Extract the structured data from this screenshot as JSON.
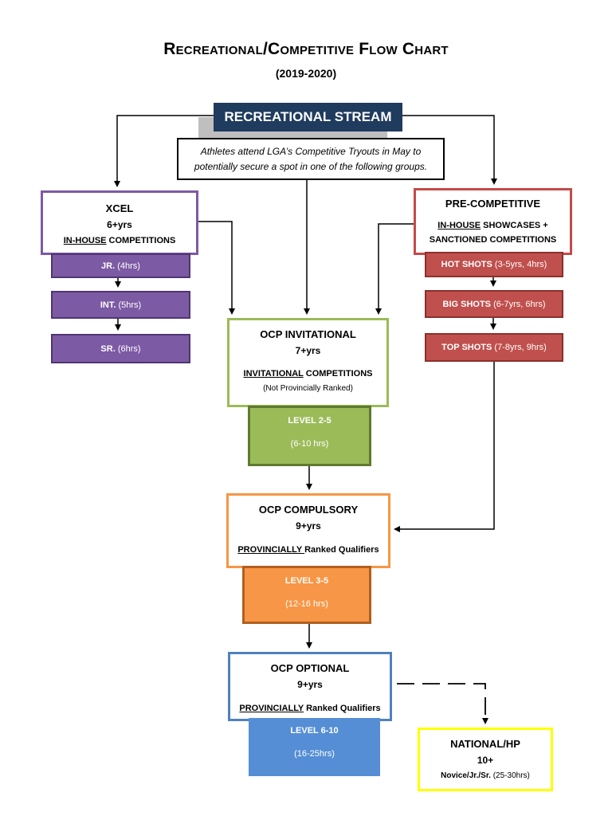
{
  "header": {
    "title": "Recreational/Competitive Flow Chart",
    "subtitle": "(2019-2020)"
  },
  "stream": {
    "label": "RECREATIONAL STREAM"
  },
  "tryout": {
    "line1": "Athletes attend LGA’s Competitive Tryouts in May to",
    "line2": "potentially secure a spot in one of the following groups."
  },
  "xcel": {
    "title": "XCEL",
    "age": "6+yrs",
    "comp_underlined": "IN-HOUSE",
    "comp_rest": " COMPETITIONS",
    "levels": [
      {
        "name": "JR.",
        "hours": "(4hrs)"
      },
      {
        "name": "INT.",
        "hours": "(5hrs)"
      },
      {
        "name": "SR.",
        "hours": "(6hrs)"
      }
    ]
  },
  "precomp": {
    "title": "PRE-COMPETITIVE",
    "line2_underlined": "IN-HOUSE",
    "line2_rest": " SHOWCASES +",
    "line3": "SANCTIONED COMPETITIONS",
    "levels": [
      {
        "name": "HOT SHOTS",
        "detail": "(3-5yrs, 4hrs)"
      },
      {
        "name": "BIG SHOTS",
        "detail": "(6-7yrs, 6hrs)"
      },
      {
        "name": "TOP SHOTS",
        "detail": "(7-8yrs, 9hrs)"
      }
    ]
  },
  "invitational": {
    "title": "OCP INVITATIONAL",
    "age": "7+yrs",
    "comp_underlined": "INVITATIONAL",
    "comp_rest": " COMPETITIONS",
    "note": "(Not Provincially Ranked)",
    "level": "LEVEL 2-5",
    "hours": "(6-10 hrs)"
  },
  "compulsory": {
    "title": "OCP COMPULSORY",
    "age": "9+yrs",
    "comp_underlined": "PROVINCIALLY ",
    "comp_rest": "Ranked Qualifiers",
    "level": "LEVEL 3-5",
    "hours": "(12-16 hrs)"
  },
  "optional": {
    "title": "OCP OPTIONAL",
    "age": "9+yrs",
    "comp_underlined": "PROVINCIALLY",
    "comp_rest": " Ranked Qualifiers",
    "level": "LEVEL 6-10",
    "hours": "(16-25hrs)"
  },
  "national": {
    "title": "NATIONAL/HP",
    "age": "10+",
    "detail_bold": "Novice/Jr./Sr.",
    "detail_rest": " (25-30hrs)"
  },
  "colors": {
    "stream": "#1f3b5e",
    "xcel": "#7d5aa4",
    "precompetitive": "#c0504d",
    "invitational": "#9bbb59",
    "compulsory": "#f79646",
    "optional": "#4f81bd",
    "national": "#ffff00"
  }
}
